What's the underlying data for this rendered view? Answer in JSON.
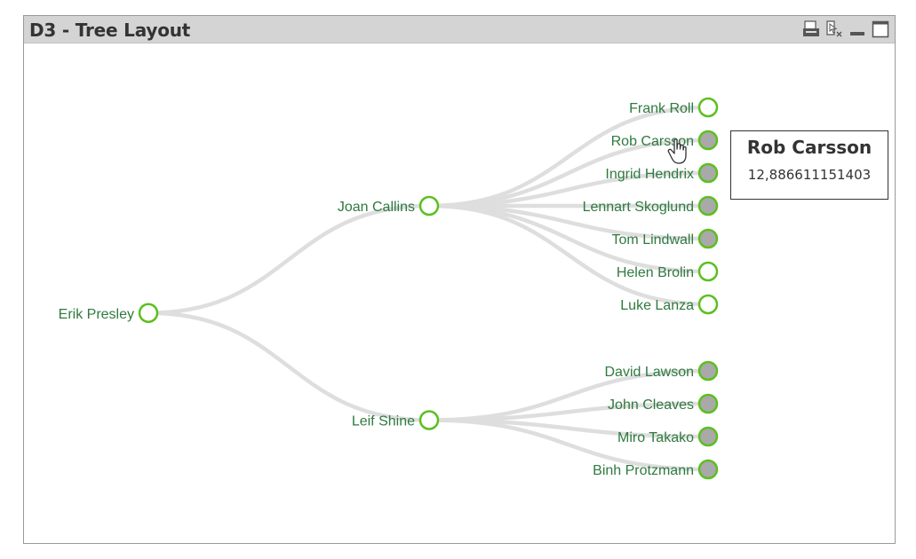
{
  "window": {
    "title": "D3 - Tree Layout"
  },
  "colors": {
    "link": "#dedede",
    "node_stroke": "#5cbf1f",
    "node_fill_collapsed": "#a9a9a9",
    "node_fill_open": "#ffffff",
    "label": "#2f7a3f"
  },
  "tree": {
    "name": "Erik Presley",
    "filled": false,
    "children": [
      {
        "name": "Joan Callins",
        "filled": false,
        "children": [
          {
            "name": "Frank Roll",
            "filled": false
          },
          {
            "name": "Rob Carsson",
            "filled": true
          },
          {
            "name": "Ingrid Hendrix",
            "filled": true
          },
          {
            "name": "Lennart Skoglund",
            "filled": true
          },
          {
            "name": "Tom Lindwall",
            "filled": true
          },
          {
            "name": "Helen Brolin",
            "filled": false
          },
          {
            "name": "Luke Lanza",
            "filled": false
          }
        ]
      },
      {
        "name": "Leif Shine",
        "filled": false,
        "children": [
          {
            "name": "David Lawson",
            "filled": true
          },
          {
            "name": "John Cleaves",
            "filled": true
          },
          {
            "name": "Miro Takako",
            "filled": true
          },
          {
            "name": "Binh Protzmann",
            "filled": true
          }
        ]
      }
    ]
  },
  "tooltip": {
    "name": "Rob Carsson",
    "value": "12,886611151403"
  }
}
